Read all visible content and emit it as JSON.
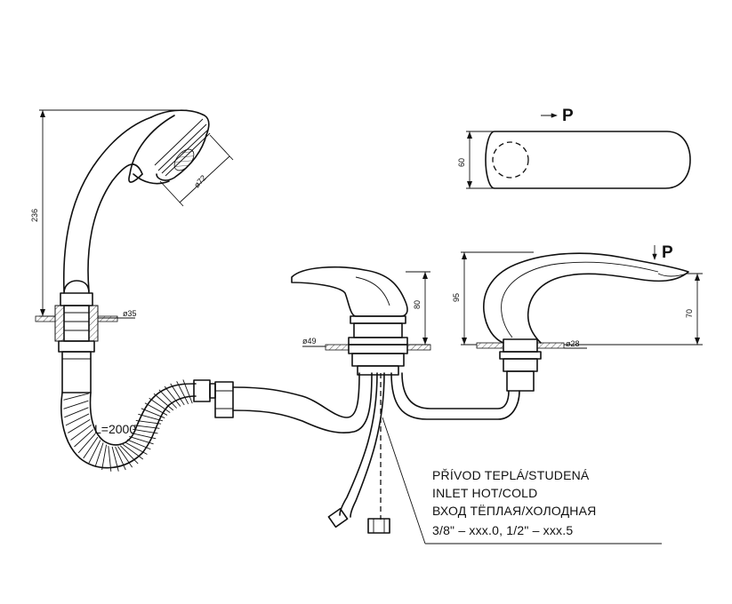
{
  "dimensions": {
    "shower_height": "236",
    "shower_head_diameter": "ø72",
    "shower_base_diameter": "ø35",
    "mixer_base_diameter": "ø49",
    "mixer_height": "80",
    "spout_total_height": "95",
    "spout_outlet_height": "70",
    "spout_base_diameter": "ø28",
    "top_view_width": "60"
  },
  "labels": {
    "hose_length": "L=2000",
    "view_arrow_top": "P",
    "view_arrow_spout": "P"
  },
  "note": {
    "line1": "PŘÍVOD TEPLÁ/STUDENÁ",
    "line2": "INLET HOT/COLD",
    "line3": "ВХОД ТЁПЛАЯ/ХОЛОДНАЯ",
    "line4": "3/8\" – xxx.0, 1/2\" – xxx.5"
  }
}
